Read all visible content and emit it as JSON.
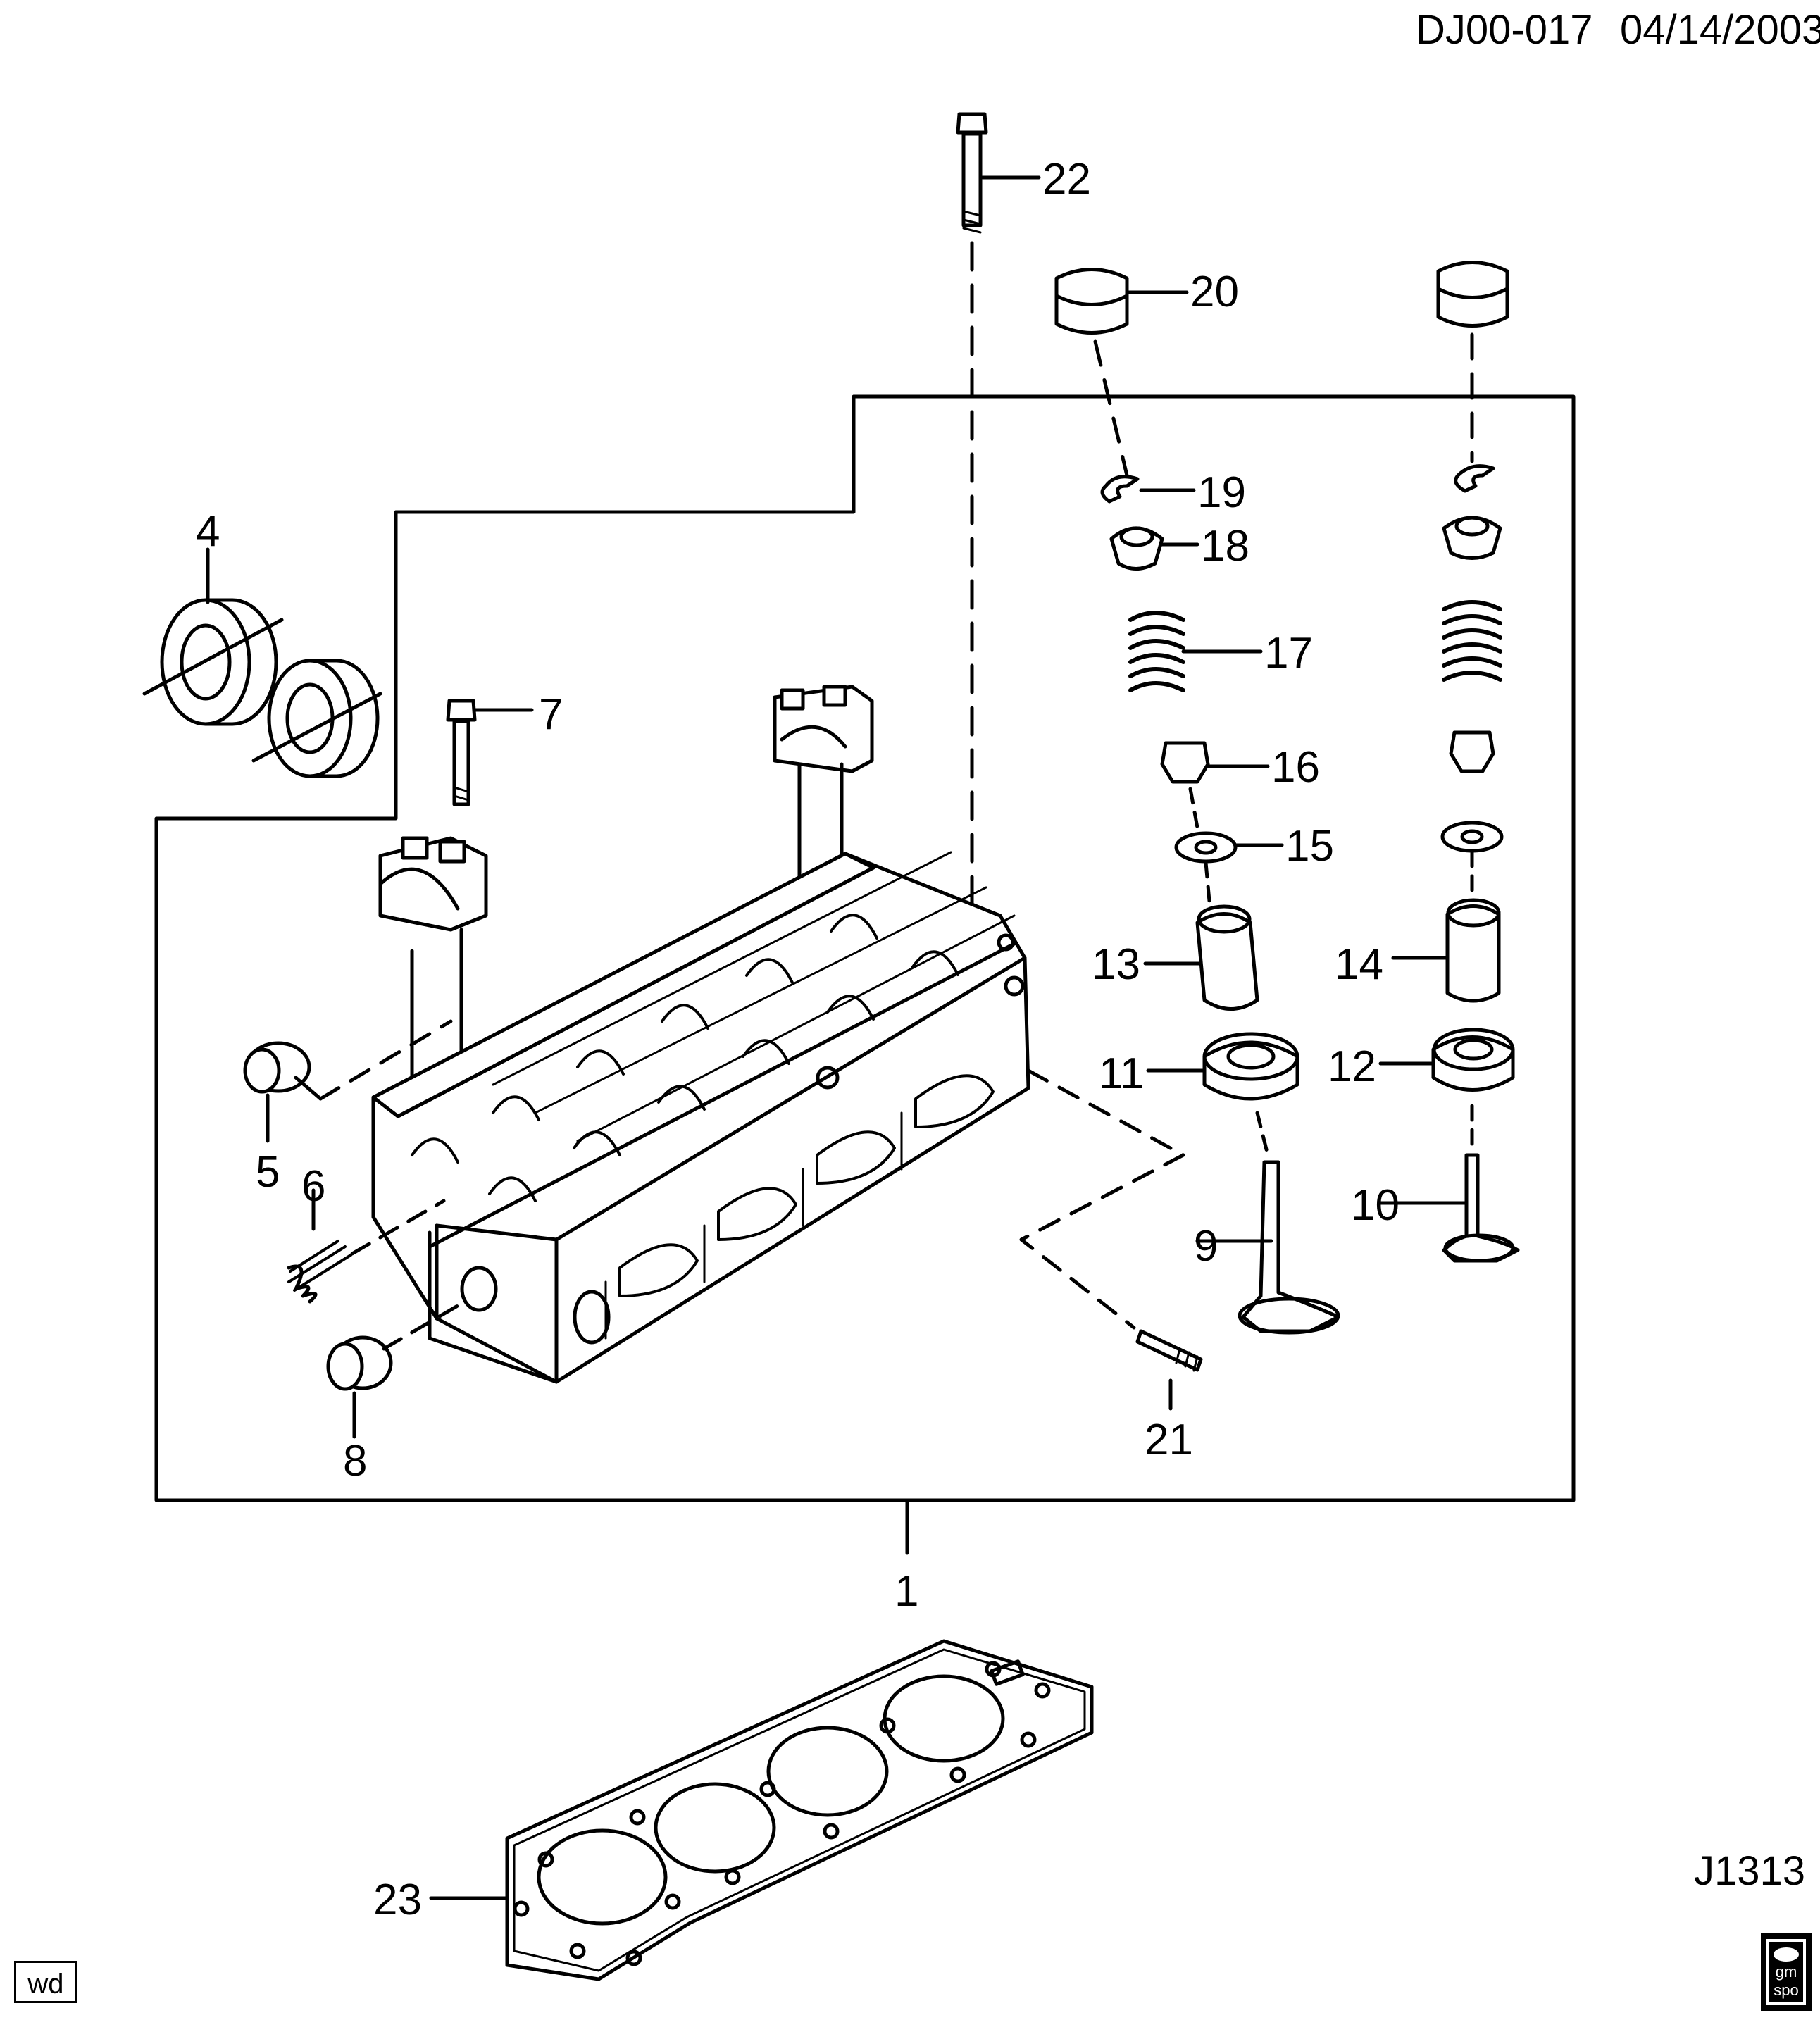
{
  "header": {
    "doc_code": "DJ00-017",
    "date": "04/14/2003"
  },
  "figure_code": "J1313",
  "corner_badge": "wd",
  "logo_text": [
    "gm",
    "spo"
  ],
  "callouts": {
    "c1": "1",
    "c4": "4",
    "c5": "5",
    "c6": "6",
    "c7": "7",
    "c8": "8",
    "c9": "9",
    "c10": "10",
    "c11": "11",
    "c12": "12",
    "c13": "13",
    "c14": "14",
    "c15": "15",
    "c16": "16",
    "c17": "17",
    "c18": "18",
    "c19": "19",
    "c20": "20",
    "c21": "21",
    "c22": "22",
    "c23": "23"
  }
}
